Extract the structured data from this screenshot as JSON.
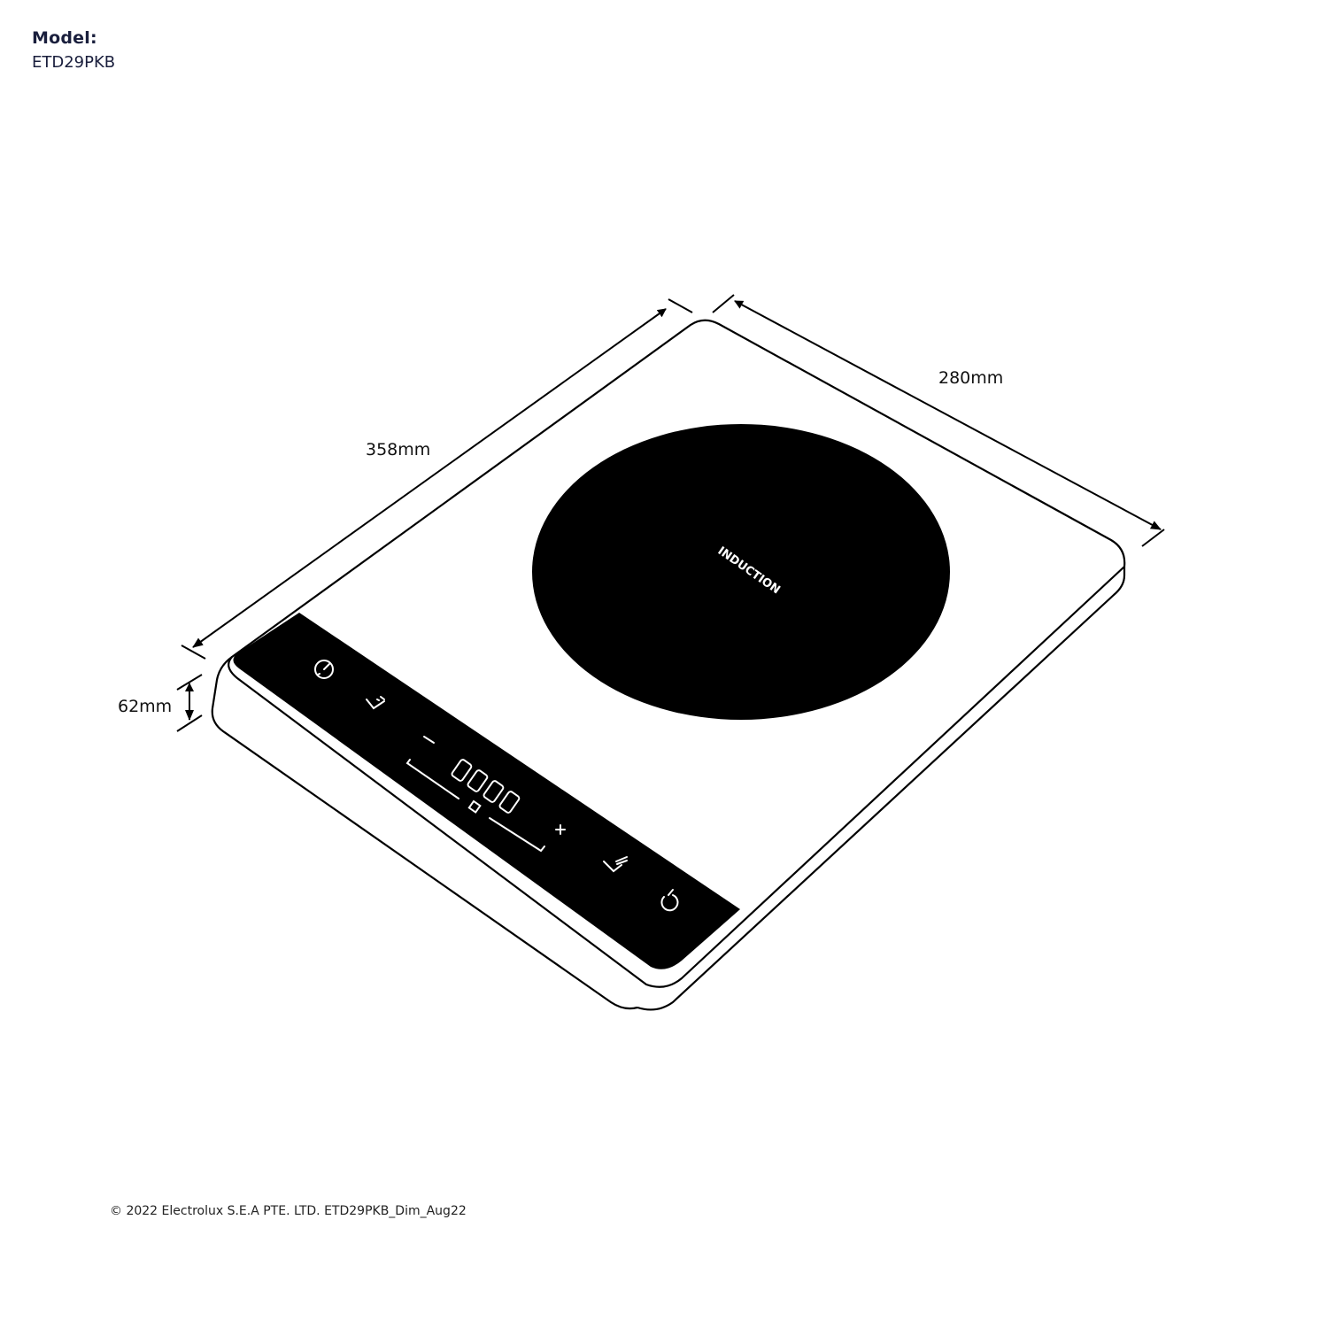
{
  "header": {
    "model_label": "Model:",
    "model_value": "ETD29PKB"
  },
  "dimensions": {
    "length": "358mm",
    "width": "280mm",
    "height": "62mm"
  },
  "product": {
    "cooking_zone_label": "INDUCTION",
    "display_digits": "0000",
    "minus_label": "−",
    "plus_label": "+",
    "controls": [
      "timer-icon",
      "pot-detect-icon",
      "minus",
      "display",
      "plus",
      "boost-icon",
      "power-icon"
    ]
  },
  "footer": {
    "copyright": "© 2022 Electrolux S.E.A PTE. LTD.  ETD29PKB_Dim_Aug22"
  },
  "colors": {
    "text_dark": "#1a1f3d",
    "line": "#000000",
    "panel": "#000000"
  }
}
